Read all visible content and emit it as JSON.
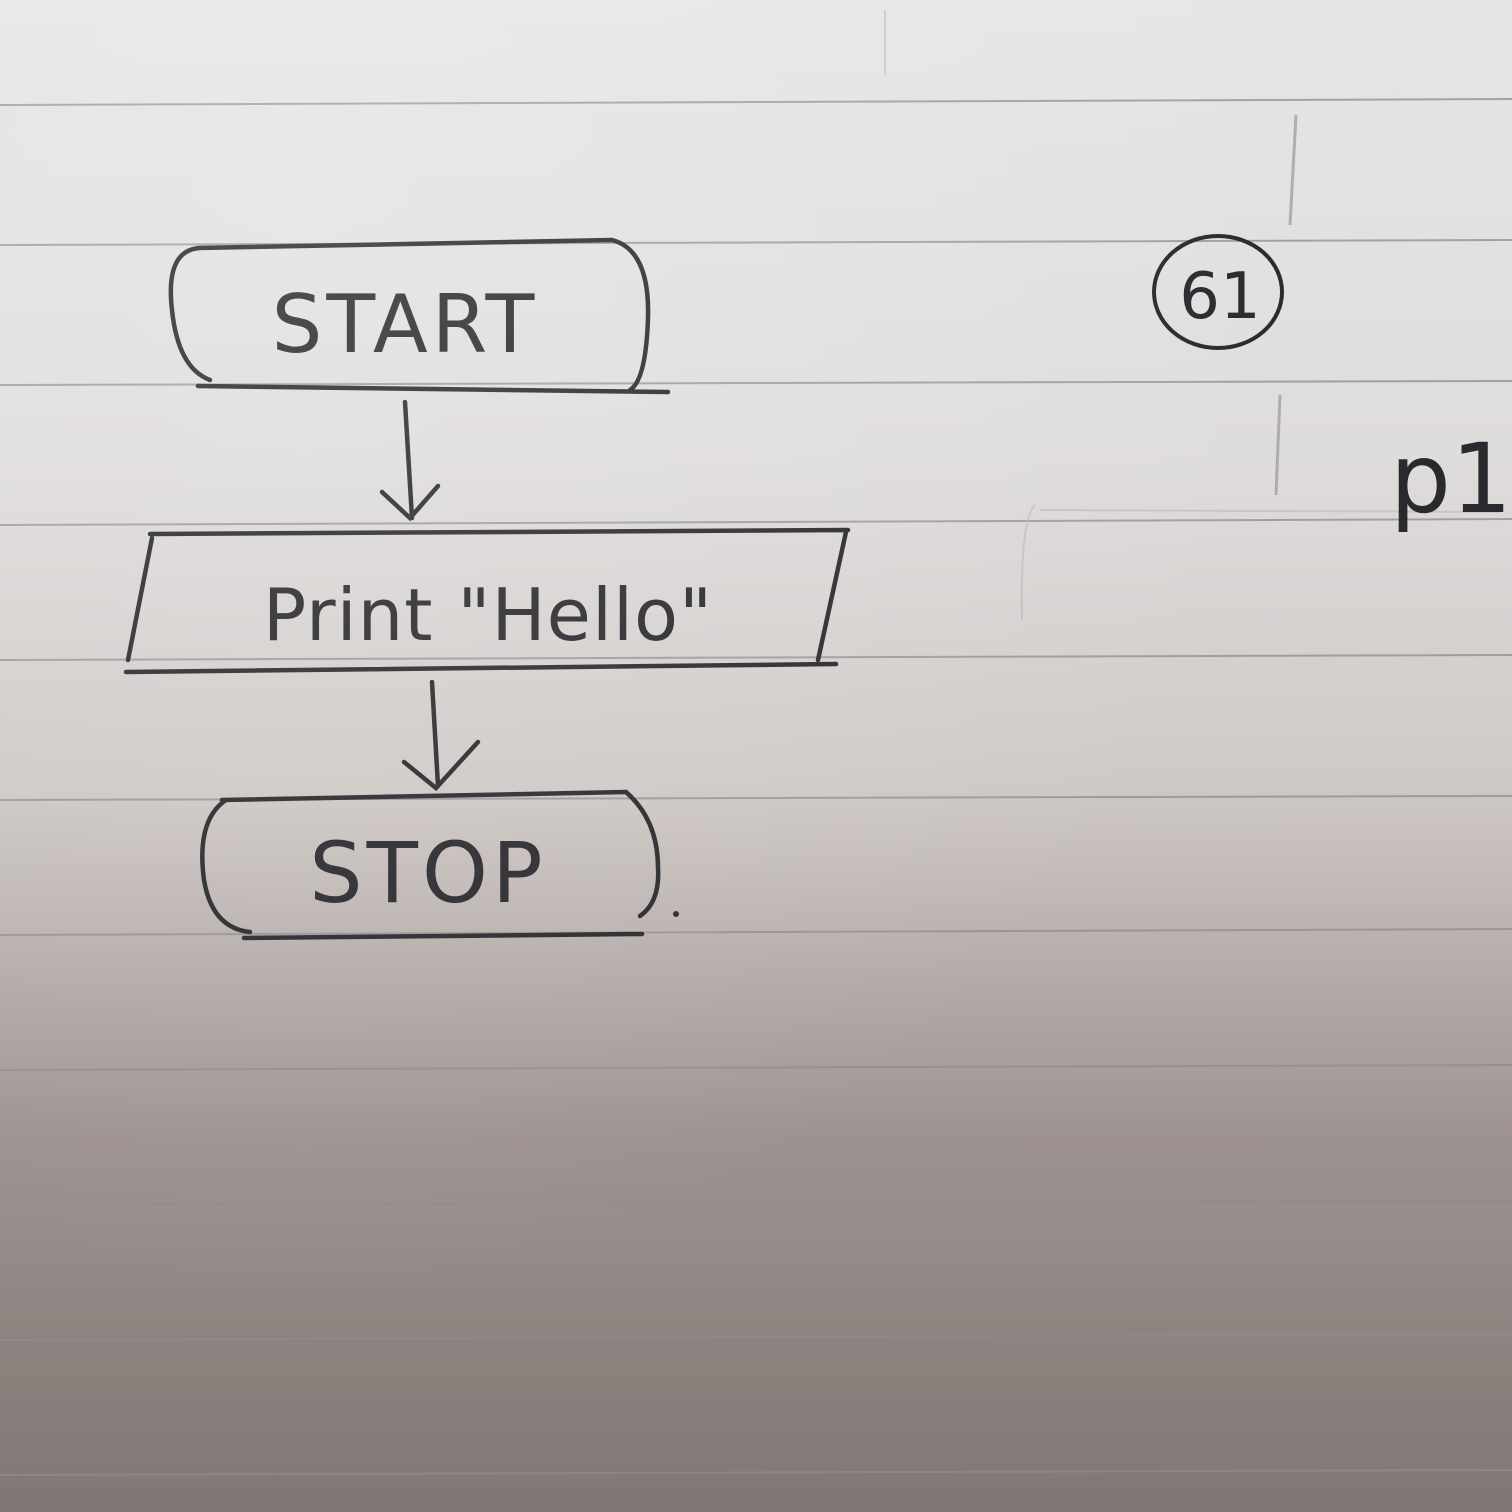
{
  "flowchart": {
    "start_label": "START",
    "process_label": "Print \"Hello\"",
    "stop_label": "STOP"
  },
  "margin_notes": {
    "circled_number": "61",
    "partial_text": "p1"
  },
  "colors": {
    "ink": "#2a2a2e",
    "ruled_line": "#8f8c90",
    "show_through_ink": "#b8b4b8"
  }
}
